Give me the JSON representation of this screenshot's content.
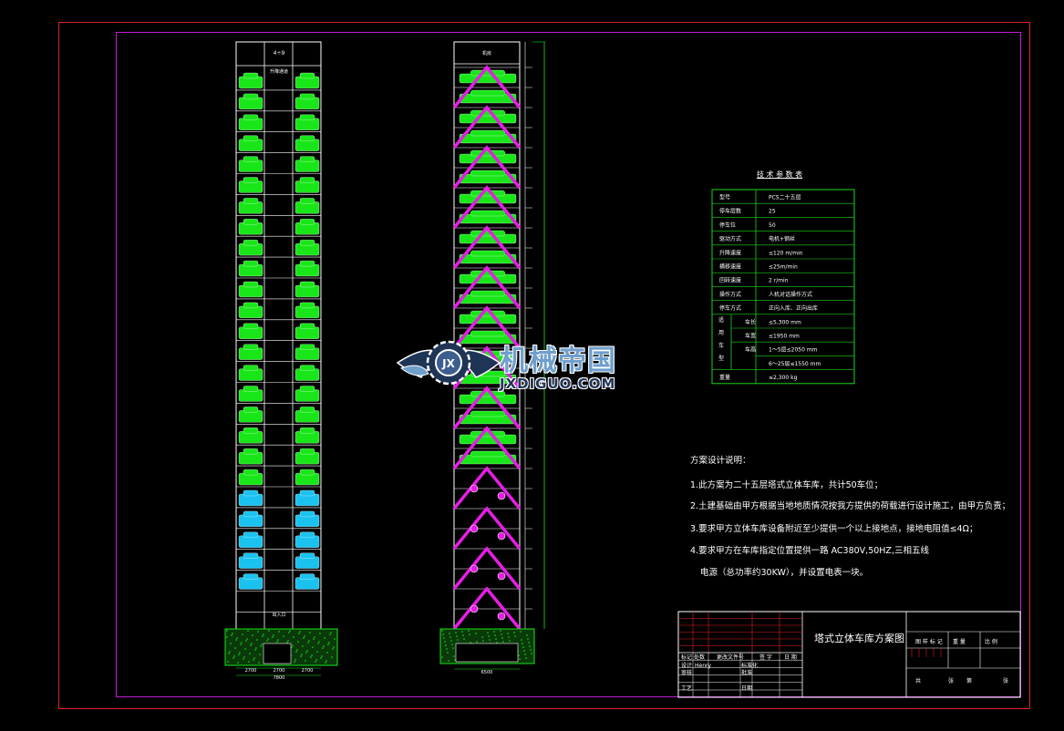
{
  "drawing": {
    "left_tower_top_label": "4÷9",
    "left_tower_lift_label": "升降通道",
    "left_tower_bottom_label": "出入口",
    "right_tower_top_label": "机房",
    "dim_left_a": "2700",
    "dim_left_b": "2700",
    "dim_left_c": "2700",
    "dim_left_total": "7800",
    "dim_right_total": "6500",
    "colors": {
      "frame_red": "#e0222a",
      "frame_magenta": "#c21bd6",
      "car_green": "#19e619",
      "car_cyan": "#1ac2ef",
      "truss_magenta": "#e61ee6",
      "table_green": "#19d619"
    }
  },
  "params": {
    "title": "技 术 参 数 表",
    "rows": [
      {
        "key": "型号",
        "value": "PCS二十五层"
      },
      {
        "key": "停车层数",
        "value": "25"
      },
      {
        "key": "停车位",
        "value": "50"
      },
      {
        "key": "驱动方式",
        "value": "电机+钢丝"
      },
      {
        "key": "升降速度",
        "value": "≤120 m/min"
      },
      {
        "key": "横移速度",
        "value": "≤25m/min"
      },
      {
        "key": "回转速度",
        "value": "2 r/min"
      },
      {
        "key": "操作方式",
        "value": "人机对话操作方式"
      },
      {
        "key": "停车方式",
        "value": "正向入库、正向出库"
      }
    ],
    "car_group_label": "适用车型",
    "car_rows": [
      {
        "key": "车长",
        "value": "≤5,300 mm"
      },
      {
        "key": "车宽",
        "value": "≤1950 mm"
      },
      {
        "key": "车高",
        "value": "1～5层≤2050 mm"
      },
      {
        "key": "",
        "value": "6～25层≤1550 mm"
      },
      {
        "key": "重量",
        "value": "≤2,300 kg"
      }
    ]
  },
  "notes": {
    "heading": "方案设计说明：",
    "items": [
      "1.此方案为二十五层塔式立体车库，共计50车位；",
      "2.土建基础由甲方根据当地地质情况按我方提供的荷载进行设计施工，由甲方负责；",
      "3.要求甲方立体车库设备附近至少提供一个以上接地点，接地电阻值≤4Ω；",
      "4.要求甲方在车库指定位置提供一路 AC380V,50HZ,三相五线",
      "电源（总功率约30KW），并设置电表一块。"
    ]
  },
  "logo": {
    "cn": "机械帝国",
    "en": "JXDIGUO.COM",
    "badge": "JX"
  },
  "title_block": {
    "drawing_title": "塔式立体车库方案图",
    "labels": [
      "标记",
      "处数",
      "更改文件号",
      "签 字",
      "日 期"
    ],
    "designer_label": "设计",
    "designer_name": "Henry",
    "review_label": "审核",
    "process_label": "工艺",
    "std_label": "标准化",
    "approve_label": "批准",
    "date_label": "日期",
    "right_labels": [
      "图 样 标 记",
      "重 量",
      "比 例"
    ],
    "sheet_labels": [
      "共",
      "张",
      "第",
      "张"
    ]
  }
}
